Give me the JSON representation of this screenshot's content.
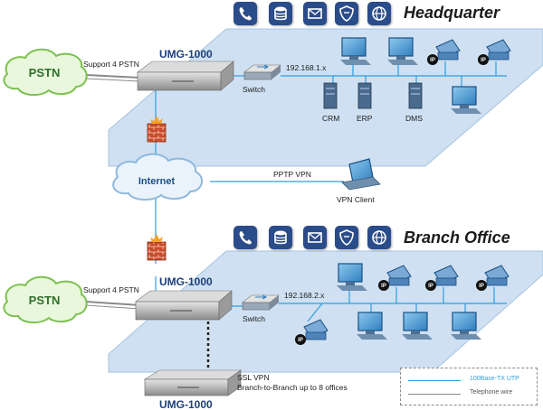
{
  "headquarter": {
    "title": "Headquarter",
    "device": "UMG-1000",
    "pstn": "PSTN",
    "pstn_support": "Support 4 PSTN",
    "switch": "Switch",
    "subnet": "192.168.1.x",
    "servers": [
      "CRM",
      "ERP",
      "DMS"
    ],
    "ip_phone_badge": "IP",
    "services": [
      "phone-icon",
      "database-icon",
      "mail-icon",
      "shield-icon",
      "globe-icon"
    ]
  },
  "internet": {
    "cloud": "Internet",
    "pptp": "PPTP VPN",
    "vpn_client": "VPN Client"
  },
  "branch": {
    "title": "Branch Office",
    "device": "UMG-1000",
    "pstn": "PSTN",
    "pstn_support": "Support 4 PSTN",
    "switch": "Switch",
    "subnet": "192.168.2.x",
    "ip_phone_badge": "IP",
    "ssl_vpn": "SSL VPN",
    "branch_note": "Branch-to-Branch up to 8 offices",
    "remote_device": "UMG-1000",
    "services": [
      "phone-icon",
      "database-icon",
      "mail-icon",
      "shield-icon",
      "globe-icon"
    ]
  },
  "legend": {
    "utp": "100Base-TX UTP",
    "telephone": "Telephone wire"
  },
  "colors": {
    "platform": "#cfe0f2",
    "platform_edge": "#a6c3e2",
    "lan_line": "#2f9de0",
    "tel_wire": "#8a8a8a",
    "cloud": "#eaf3fb",
    "pstn_cloud": "#e9f7dc",
    "brand_blue": "#1e3f7a",
    "service_tile": "#2a4c8a",
    "firewall": "#c94a2a"
  }
}
